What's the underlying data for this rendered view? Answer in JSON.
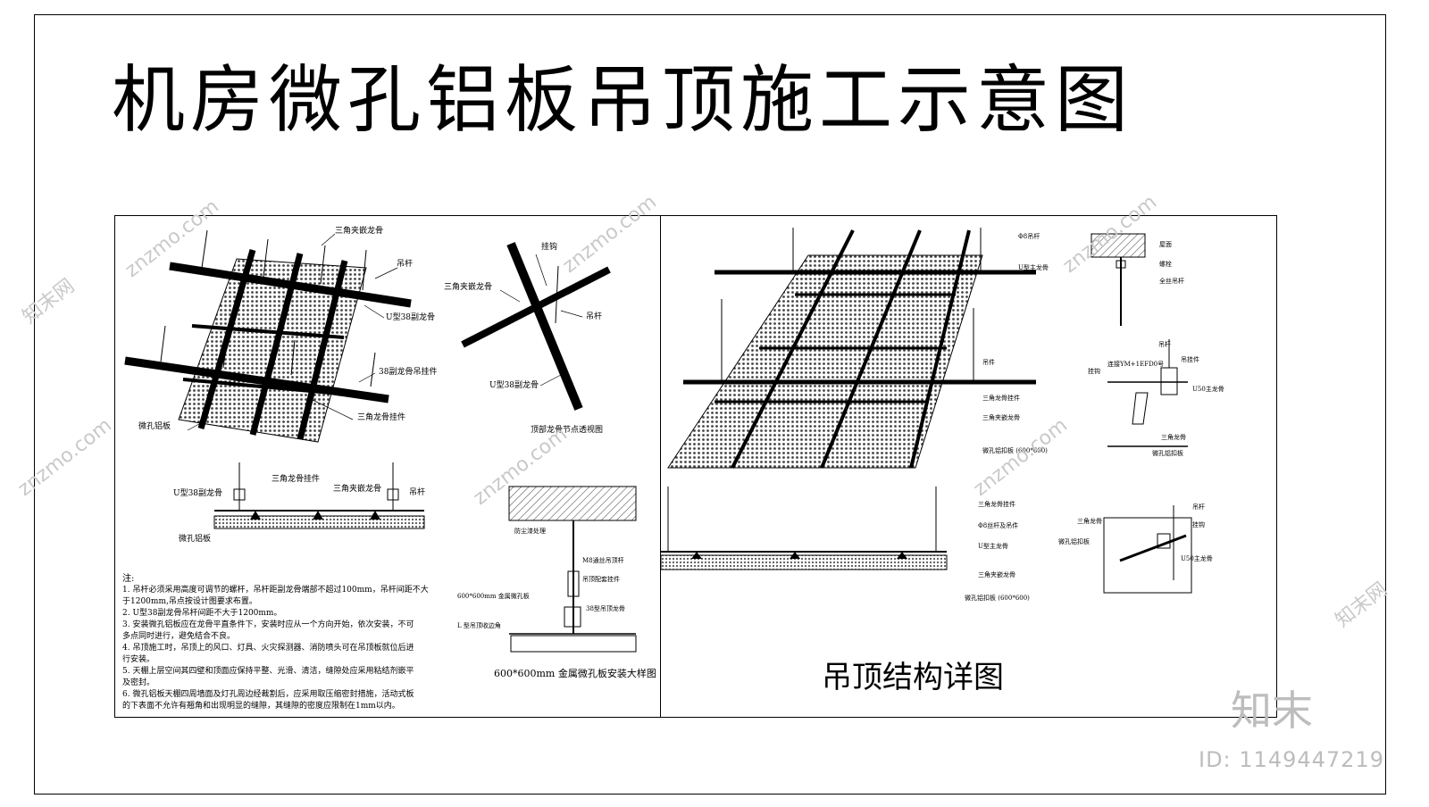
{
  "title": "机房微孔铝板吊顶施工示意图",
  "left_panel": {
    "grid_labels": {
      "triangle_keel": "三角夹嵌龙骨",
      "hanger_rod": "吊杆",
      "u38_sub_keel": "U型38副龙骨",
      "keel_38_pendant": "38副龙骨吊挂件",
      "triangle_pendant": "三角龙骨挂件",
      "micro_panel": "微孔铝板"
    },
    "node_labels": {
      "hook": "挂钩",
      "triangle_keel": "三角夹嵌龙骨",
      "hanger_rod": "吊杆",
      "u38_sub_keel": "U型38副龙骨",
      "caption": "顶部龙骨节点透视图"
    },
    "section_labels": {
      "u38_sub_keel": "U型38副龙骨",
      "triangle_pendant": "三角龙骨挂件",
      "triangle_keel": "三角夹嵌龙骨",
      "hanger_rod": "吊杆",
      "micro_panel": "微孔铝板"
    },
    "install_labels": {
      "dust_treatment": "防尘漆处理",
      "m8_rod": "M8通丝吊顶杆",
      "hanger_fitting": "吊顶配套挂件",
      "keel_38": "38型吊顶龙骨",
      "panel_600": "600*600mm 金属微孔板",
      "l_edge": "L 型吊顶收边角",
      "caption": "600*600mm 金属微孔板安装大样图"
    },
    "notes": {
      "head": "注:",
      "items": [
        "1. 吊杆必须采用高度可调节的螺杆，吊杆距副龙骨端部不超过100mm，吊杆间距不大",
        "   于1200mm,吊点按设计图要求布置。",
        "2. U型38副龙骨吊杆间距不大于1200mm。",
        "3. 安装微孔铝板应在龙骨平直条件下，安装时应从一个方向开始，依次安装，不可",
        "   多点同时进行，避免结合不良。",
        "4. 吊顶施工时，吊顶上的风口、灯具、火灾探测器、消防喷头可在吊顶板就位后进",
        "   行安装。",
        "5. 天棚上层空间其四壁和顶面应保持平整、光滑、清洁，缝隙处应采用粘结剂嵌平",
        "   及密封。",
        "6. 微孔铝板天棚四周墙面及灯孔周边经裁割后，应采用取压缩密封措施，活动式板",
        "   的下表面不允许有翘角和出现明显的缝隙，其缝隙的密度应限制在1mm以内。"
      ]
    }
  },
  "right_panel": {
    "grid_labels": {
      "phi8_rod": "Φ8吊杆",
      "u_main_keel": "U型主龙骨",
      "hanger": "吊件",
      "triangle_pendant": "三角龙骨挂件",
      "triangle_keel": "三角夹嵌龙骨",
      "micro_panel": "微孔铝扣板 (600*600)"
    },
    "anchor_labels": {
      "ceiling": "屋面",
      "bolt": "螺栓",
      "full_rod": "全丝吊杆"
    },
    "joint_labels": {
      "rod": "吊杆",
      "hook": "挂钩",
      "connect": "连接YM+1EFD0号",
      "pendant": "吊挂件",
      "u50": "U50主龙骨",
      "triangle": "三角龙骨",
      "panel": "微孔铝扣板"
    },
    "section_labels": {
      "triangle_pendant": "三角龙骨挂件",
      "phi8": "Φ8丝杆及吊件",
      "u_main": "U型主龙骨",
      "triangle_keel": "三角夹嵌龙骨",
      "panel": "微孔铝扣板 (600*600)"
    },
    "corner_labels": {
      "rod": "吊杆",
      "triangle": "三角龙骨",
      "hook": "挂钩",
      "panel": "微孔铝扣板",
      "u50": "U50主龙骨"
    },
    "subtitle": "吊顶结构详图"
  },
  "watermark": {
    "text": "znzmo.com",
    "brand": "知末网",
    "logo": "知末",
    "id": "ID: 1149447219"
  },
  "colors": {
    "line": "#000000",
    "watermark": "#c9c9c9",
    "panel_dot": "#555555"
  }
}
